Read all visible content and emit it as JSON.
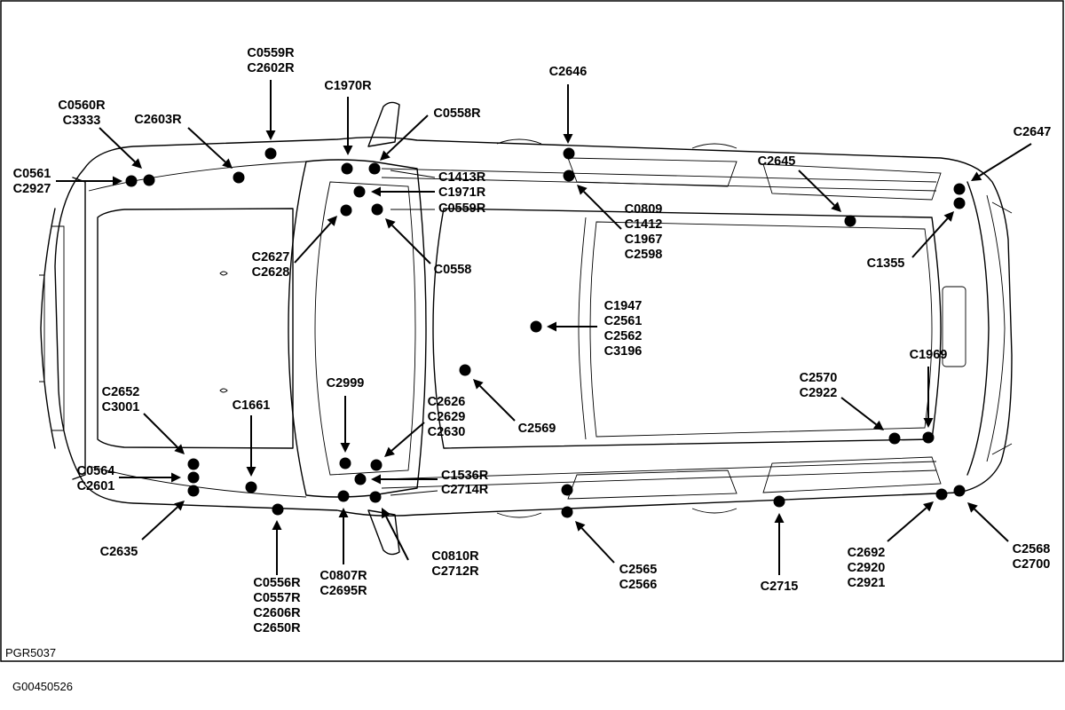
{
  "diagram": {
    "figure_code": "PGR5037",
    "image_code": "G00450526",
    "labels": [
      {
        "id": "c0559r-c2602r",
        "lines": [
          "C0559R",
          "C2602R"
        ]
      },
      {
        "id": "c0560r-c3333",
        "lines": [
          "C0560R",
          "C3333"
        ]
      },
      {
        "id": "c2603r",
        "lines": [
          "C2603R"
        ]
      },
      {
        "id": "c0561-c2927",
        "lines": [
          "C0561",
          "C2927"
        ]
      },
      {
        "id": "c1970r",
        "lines": [
          "C1970R"
        ]
      },
      {
        "id": "c0558r",
        "lines": [
          "C0558R"
        ]
      },
      {
        "id": "c2646",
        "lines": [
          "C2646"
        ]
      },
      {
        "id": "c2647",
        "lines": [
          "C2647"
        ]
      },
      {
        "id": "c2645",
        "lines": [
          "C2645"
        ]
      },
      {
        "id": "c1413r",
        "lines": [
          "C1413R"
        ]
      },
      {
        "id": "c1971r",
        "lines": [
          "C1971R"
        ]
      },
      {
        "id": "c0559r",
        "lines": [
          "C0559R"
        ]
      },
      {
        "id": "c0809-group",
        "lines": [
          "C0809",
          "C1412",
          "C1967",
          "C2598"
        ]
      },
      {
        "id": "c1355",
        "lines": [
          "C1355"
        ]
      },
      {
        "id": "c2627-c2628",
        "lines": [
          "C2627",
          "C2628"
        ]
      },
      {
        "id": "c0558",
        "lines": [
          "C0558"
        ]
      },
      {
        "id": "c1947-group",
        "lines": [
          "C1947",
          "C2561",
          "C2562",
          "C3196"
        ]
      },
      {
        "id": "c1969",
        "lines": [
          "C1969"
        ]
      },
      {
        "id": "c2570-c2922",
        "lines": [
          "C2570",
          "C2922"
        ]
      },
      {
        "id": "c2999",
        "lines": [
          "C2999"
        ]
      },
      {
        "id": "c1661",
        "lines": [
          "C1661"
        ]
      },
      {
        "id": "c2652-c3001",
        "lines": [
          "C2652",
          "C3001"
        ]
      },
      {
        "id": "c2626-group",
        "lines": [
          "C2626",
          "C2629",
          "C2630"
        ]
      },
      {
        "id": "c2569",
        "lines": [
          "C2569"
        ]
      },
      {
        "id": "c0564-c2601",
        "lines": [
          "C0564",
          "C2601"
        ]
      },
      {
        "id": "c1536r",
        "lines": [
          "C1536R"
        ]
      },
      {
        "id": "c2714r",
        "lines": [
          "C2714R"
        ]
      },
      {
        "id": "c2635",
        "lines": [
          "C2635"
        ]
      },
      {
        "id": "c0556r-group",
        "lines": [
          "C0556R",
          "C0557R",
          "C2606R",
          "C2650R"
        ]
      },
      {
        "id": "c0807r-c2695r",
        "lines": [
          "C0807R",
          "C2695R"
        ]
      },
      {
        "id": "c0810r-c2712r",
        "lines": [
          "C0810R",
          "C2712R"
        ]
      },
      {
        "id": "c2565-c2566",
        "lines": [
          "C2565",
          "C2566"
        ]
      },
      {
        "id": "c2715",
        "lines": [
          "C2715"
        ]
      },
      {
        "id": "c2692-group",
        "lines": [
          "C2692",
          "C2920",
          "C2921"
        ]
      },
      {
        "id": "c2568-c2700",
        "lines": [
          "C2568",
          "C2700"
        ]
      }
    ]
  }
}
